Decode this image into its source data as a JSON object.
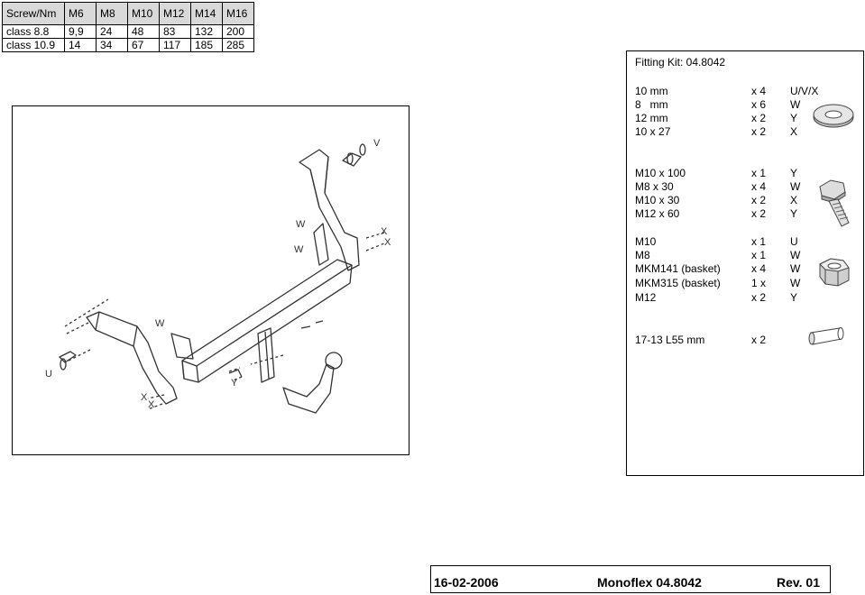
{
  "torque_table": {
    "header": [
      "Screw/Nm",
      "M6",
      "M8",
      "M10",
      "M12",
      "M14",
      "M16"
    ],
    "rows": [
      [
        "class 8.8",
        "9,9",
        "24",
        "48",
        "83",
        "132",
        "200"
      ],
      [
        "class 10.9",
        "14",
        "34",
        "67",
        "117",
        "185",
        "285"
      ]
    ]
  },
  "diagram": {
    "labels": [
      "V",
      "W",
      "W",
      "X",
      "X",
      "W",
      "U",
      "X",
      "X",
      "Y"
    ]
  },
  "kit": {
    "title": "Fitting Kit: 04.8042",
    "washers": [
      [
        "10 mm",
        "x 4",
        "U/V/X"
      ],
      [
        "8   mm",
        "x 6",
        "W"
      ],
      [
        "12 mm",
        "x 2",
        "Y"
      ],
      [
        "10 x 27",
        "x 2",
        "X"
      ]
    ],
    "bolts": [
      [
        "M10 x 100",
        "x 1",
        "Y"
      ],
      [
        "M8 x 30",
        "x 4",
        "W"
      ],
      [
        "M10 x 30",
        "x 2",
        "X"
      ],
      [
        "M12 x 60",
        "x 2",
        "Y"
      ]
    ],
    "nuts": [
      [
        "M10",
        "x 1",
        "U"
      ],
      [
        "M8",
        "x 1",
        "W"
      ],
      [
        "MKM141 (basket)",
        "x 4",
        "W"
      ],
      [
        "MKM315 (basket)",
        "1 x",
        "W"
      ],
      [
        "M12",
        "x 2",
        "Y"
      ]
    ],
    "spacers": [
      [
        "17-13 L55 mm",
        "x 2",
        ""
      ]
    ],
    "icons": [
      "washer-icon",
      "bolt-icon",
      "nut-icon",
      "spacer-tube-icon"
    ]
  },
  "footer": {
    "date": "16-02-2006",
    "product": "Monoflex 04.8042",
    "revision": "Rev. 01"
  }
}
